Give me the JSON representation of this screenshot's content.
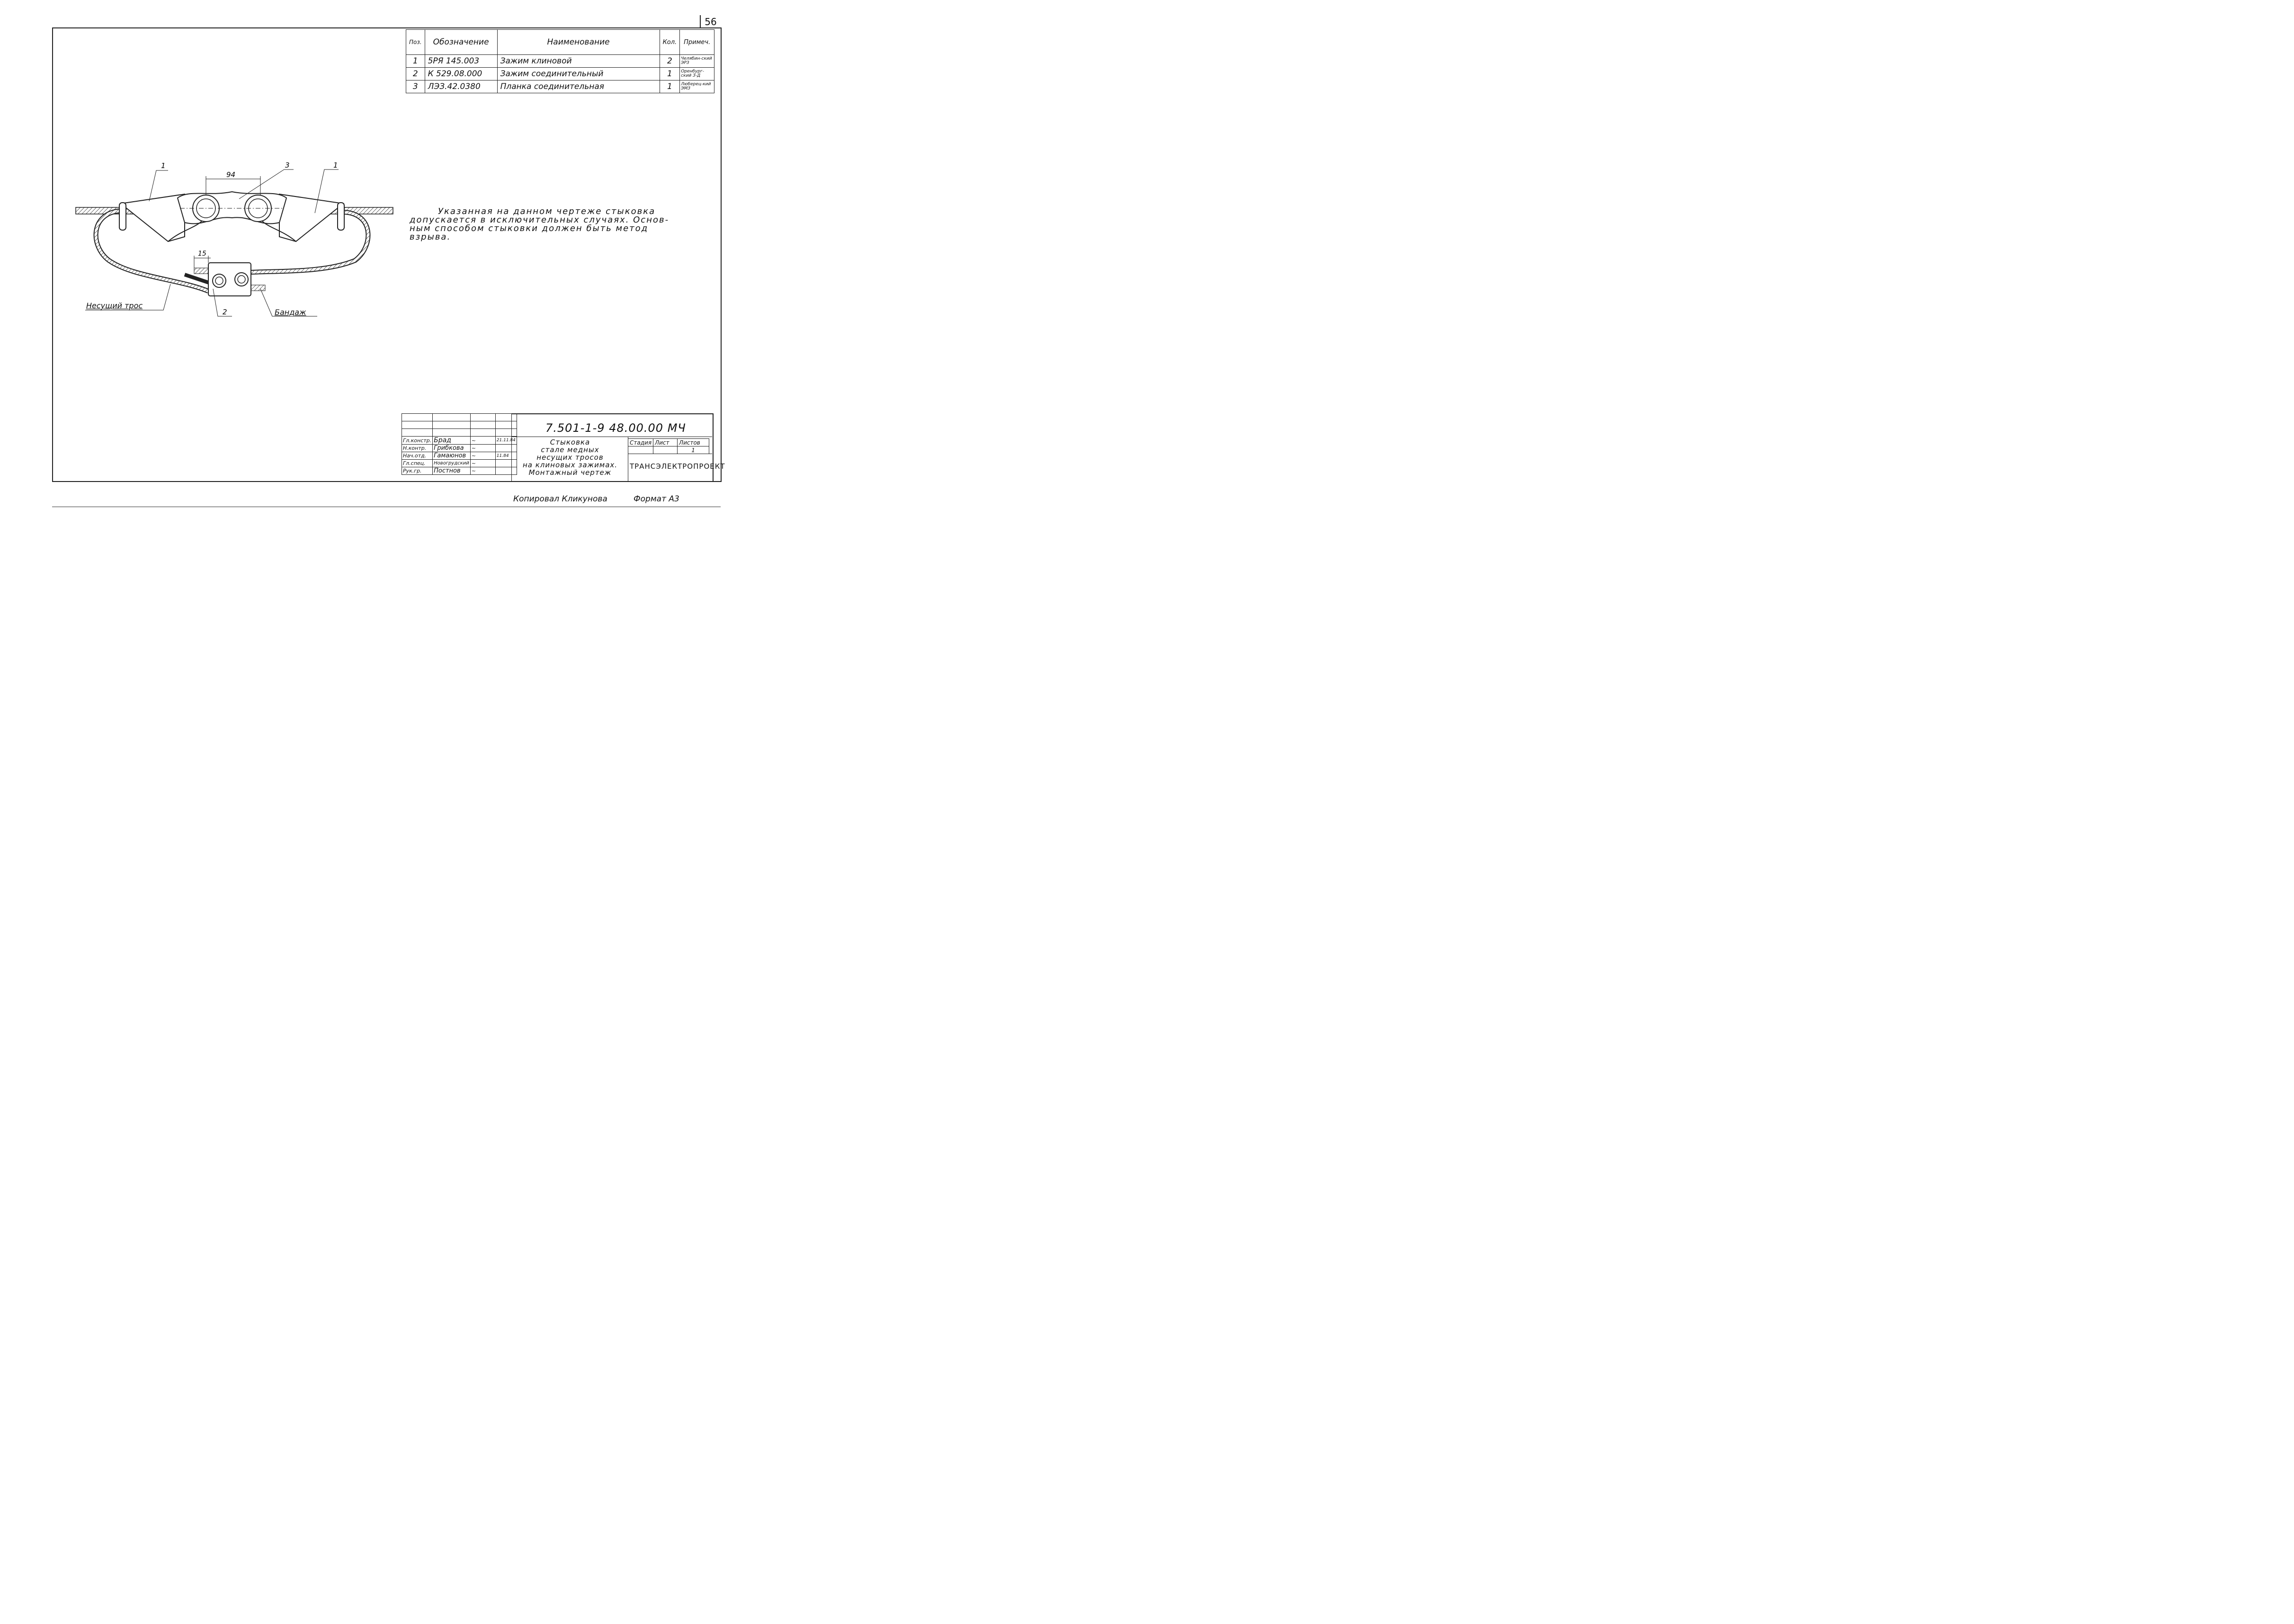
{
  "page_number": "56",
  "spec_table": {
    "headers": [
      "Поз.",
      "Обозначение",
      "Наименование",
      "Кол.",
      "Примеч."
    ],
    "rows": [
      {
        "pos": "1",
        "code": "5РЯ 145.003",
        "name": "Зажим клиновой",
        "qty": "2",
        "note": "Челябин-ский ЭРЗ"
      },
      {
        "pos": "2",
        "code": "К 529.08.000",
        "name": "Зажим соединительный",
        "qty": "1",
        "note": "Оренбург-ский З-Д"
      },
      {
        "pos": "3",
        "code": "ЛЭЗ.42.0380",
        "name": "Планка соединительная",
        "qty": "1",
        "note": "Люберец-кий ЭМЗ"
      }
    ]
  },
  "drawing": {
    "pos_labels": [
      "1",
      "3",
      "1",
      "2"
    ],
    "dim_94": "94",
    "dim_15": "15",
    "label_cable": "Несущий трос",
    "label_bandage": "Бандаж"
  },
  "note_lines": [
    "Указанная на данном чертеже стыковка",
    "допускается в исключительных случаях. Основ-",
    "ным способом стыковки должен быть метод",
    "взрыва."
  ],
  "title_block": {
    "doc_code": "7.501-1-9      48.00.00 МЧ",
    "title_lines": [
      "Стыковка",
      "стале медных",
      "несущих тросов",
      "на клиновых зажимах.",
      "Монтажный чертеж"
    ],
    "signatures": [
      {
        "role": "Гл.констр.",
        "name": "Брад",
        "date": "21.11.84"
      },
      {
        "role": "Н.контр.",
        "name": "Грибкова",
        "date": ""
      },
      {
        "role": "Нач.отд.",
        "name": "Гамаюнов",
        "date": "11.84"
      },
      {
        "role": "Гл.спец.",
        "name": "Новогрудский",
        "date": ""
      },
      {
        "role": "Рук.гр.",
        "name": "Постнов",
        "date": ""
      }
    ],
    "stage_headers": [
      "Стадия",
      "Лист",
      "Листов"
    ],
    "sheets_count": "1",
    "organization": "ТРАНСЭЛЕКТРОПРОЕКТ"
  },
  "copied_by": "Копировал Кликунова",
  "format": "Формат А3"
}
